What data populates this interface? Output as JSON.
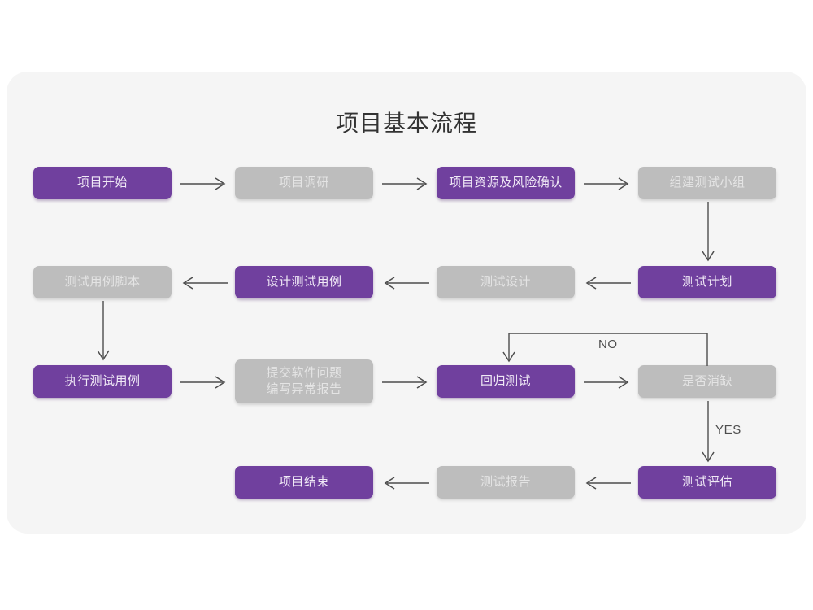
{
  "title": "项目基本流程",
  "colors": {
    "page_background": "#ffffff",
    "card_background": "#f5f5f5",
    "node_purple": "#70409e",
    "node_purple_text": "#f0e9f6",
    "node_gray": "#bdbdbd",
    "node_gray_text": "#e4e4e4",
    "connector": "#4d4d4d",
    "title_text": "#333333"
  },
  "nodes": {
    "n1": {
      "label": "项目开始",
      "style": "purple"
    },
    "n2": {
      "label": "项目调研",
      "style": "gray"
    },
    "n3": {
      "label": "项目资源及风险确认",
      "style": "purple"
    },
    "n4": {
      "label": "组建测试小组",
      "style": "gray"
    },
    "n5": {
      "label": "测试用例脚本",
      "style": "gray"
    },
    "n6": {
      "label": "设计测试用例",
      "style": "purple"
    },
    "n7": {
      "label": "测试设计",
      "style": "gray"
    },
    "n8": {
      "label": "测试计划",
      "style": "purple"
    },
    "n9": {
      "label": "执行测试用例",
      "style": "purple"
    },
    "n10": {
      "label": "提交软件问题\n编写异常报告",
      "style": "gray"
    },
    "n11": {
      "label": "回归测试",
      "style": "purple"
    },
    "n12": {
      "label": "是否消缺",
      "style": "gray"
    },
    "n13": {
      "label": "项目结束",
      "style": "purple"
    },
    "n14": {
      "label": "测试报告",
      "style": "gray"
    },
    "n15": {
      "label": "测试评估",
      "style": "purple"
    }
  },
  "edge_labels": {
    "no": "NO",
    "yes": "YES"
  }
}
